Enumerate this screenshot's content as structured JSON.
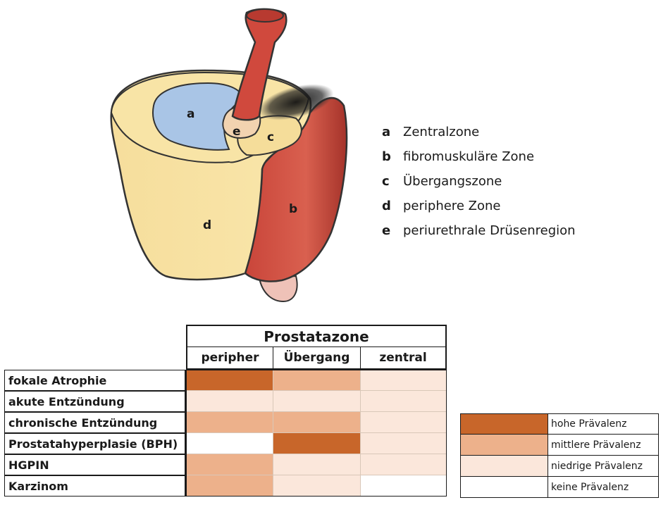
{
  "anatomy": {
    "labels": {
      "a": "a",
      "b": "b",
      "c": "c",
      "d": "d",
      "e": "e"
    }
  },
  "zone_legend": [
    {
      "letter": "a",
      "text": "Zentralzone"
    },
    {
      "letter": "b",
      "text": "fibromuskuläre Zone"
    },
    {
      "letter": "c",
      "text": "Übergangszone"
    },
    {
      "letter": "d",
      "text": "periphere Zone"
    },
    {
      "letter": "e",
      "text": "periurethrale Drüsenregion"
    }
  ],
  "colors": {
    "hoch": "#c8662a",
    "mittel": "#edb18b",
    "niedrig": "#fbe7db",
    "keine": "#ffffff"
  },
  "matrix": {
    "title": "Prostatazone",
    "columns": [
      "peripher",
      "Übergang",
      "zentral"
    ],
    "rows": [
      {
        "label": "fokale Atrophie",
        "levels": [
          "hoch",
          "mittel",
          "niedrig"
        ]
      },
      {
        "label": "akute Entzündung",
        "levels": [
          "niedrig",
          "niedrig",
          "niedrig"
        ]
      },
      {
        "label": "chronische Entzündung",
        "levels": [
          "mittel",
          "mittel",
          "niedrig"
        ]
      },
      {
        "label": "Prostatahyperplasie (BPH)",
        "levels": [
          "keine",
          "hoch",
          "niedrig"
        ]
      },
      {
        "label": "HGPIN",
        "levels": [
          "mittel",
          "niedrig",
          "niedrig"
        ]
      },
      {
        "label": "Karzinom",
        "levels": [
          "mittel",
          "niedrig",
          "keine"
        ]
      }
    ]
  },
  "prevalence_key": [
    {
      "level": "hoch",
      "label": "hohe Prävalenz"
    },
    {
      "level": "mittel",
      "label": "mittlere Prävalenz"
    },
    {
      "level": "niedrig",
      "label": "niedrige Prävalenz"
    },
    {
      "level": "keine",
      "label": "keine Prävalenz"
    }
  ]
}
